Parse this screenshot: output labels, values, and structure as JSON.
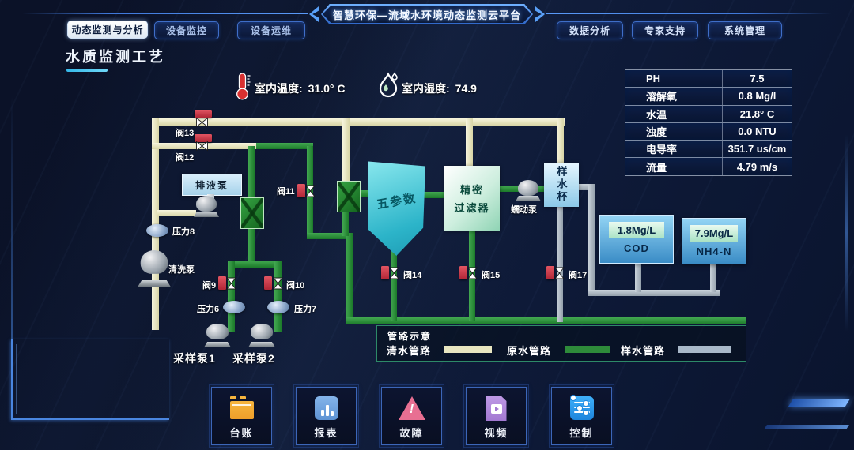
{
  "header": {
    "platform_title": "智慧环保—流域水环境动态监测云平台",
    "nav_left": [
      {
        "label": "动态监测与分析"
      },
      {
        "label": "设备监控"
      },
      {
        "label": "设备运维"
      }
    ],
    "nav_right": [
      {
        "label": "数据分析"
      },
      {
        "label": "专家支持"
      },
      {
        "label": "系统管理"
      }
    ]
  },
  "page": {
    "title": "水质监测工艺"
  },
  "environment": {
    "temperature_label": "室内温度:",
    "temperature_value": "31.0° C",
    "humidity_label": "室内湿度:",
    "humidity_value": "74.9"
  },
  "readings": {
    "rows": [
      {
        "name": "PH",
        "value": "7.5"
      },
      {
        "name": "溶解氧",
        "value": "0.8 Mg/l"
      },
      {
        "name": "水温",
        "value": "21.8° C"
      },
      {
        "name": "浊度",
        "value": "0.0 NTU"
      },
      {
        "name": "电导率",
        "value": "351.7 us/cm"
      },
      {
        "name": "流量",
        "value": "4.79 m/s"
      }
    ]
  },
  "diagram": {
    "valves": {
      "v9": "阀9",
      "v10": "阀10",
      "v11": "阀11",
      "v12": "阀12",
      "v13": "阀13",
      "v14": "阀14",
      "v15": "阀15",
      "v17": "阀17"
    },
    "pressures": {
      "p6": "压力6",
      "p7": "压力7",
      "p8": "压力8"
    },
    "pumps": {
      "drain": "排液泵",
      "wash": "清洗泵",
      "sample1": "采样泵1",
      "sample2": "采样泵2",
      "peristaltic": "蠕动泵"
    },
    "equipment": {
      "five_param": "五参数",
      "filter_line1": "精密",
      "filter_line2": "过滤器",
      "sample_cup": "样水杯"
    },
    "analyzers": [
      {
        "value": "1.8Mg/L",
        "name": "COD"
      },
      {
        "value": "7.9Mg/L",
        "name": "NH4-N"
      }
    ],
    "legend": {
      "title": "管路示意",
      "items": [
        {
          "label": "清水管路",
          "color": "#e8e6c0"
        },
        {
          "label": "原水管路",
          "color": "#2e8b3a"
        },
        {
          "label": "样水管路",
          "color": "#a9b9c9"
        }
      ]
    },
    "pipe_colors": {
      "clean": "#e8e6c0",
      "raw": "#2e8b3a",
      "sample": "#a9b9c9"
    }
  },
  "toolbar": [
    {
      "label": "台账",
      "icon": "ledger-icon"
    },
    {
      "label": "报表",
      "icon": "report-icon"
    },
    {
      "label": "故障",
      "icon": "fault-icon"
    },
    {
      "label": "视频",
      "icon": "video-icon"
    },
    {
      "label": "控制",
      "icon": "control-icon"
    }
  ]
}
